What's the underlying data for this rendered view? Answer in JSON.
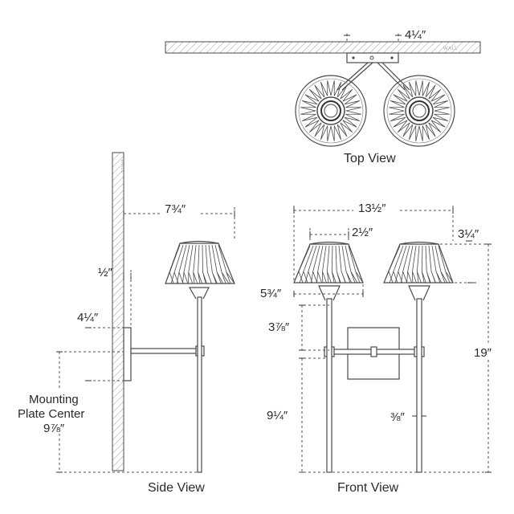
{
  "views": {
    "top": "Top View",
    "side": "Side View",
    "front": "Front View"
  },
  "wall_label": "WALL",
  "dimensions": {
    "top_plate_offset": "4¼″",
    "side_projection": "7¾″",
    "side_half": "½″",
    "side_plate_height": "4¼″",
    "mounting_plate_center_line1": "Mounting",
    "mounting_plate_center_line2": "Plate Center",
    "mounting_plate_center_value": "9⅞″",
    "front_width": "13½″",
    "front_shade_top": "2½″",
    "front_shade_height": "3¼″",
    "front_shade_bottom": "5¾″",
    "front_arm_drop": "3⅞″",
    "front_total_height": "19″",
    "front_lower": "9¼″",
    "front_stem": "⅜″"
  },
  "colors": {
    "line": "#4a4a4a",
    "text": "#2a2a2a",
    "hatch": "#9a9a9a"
  }
}
